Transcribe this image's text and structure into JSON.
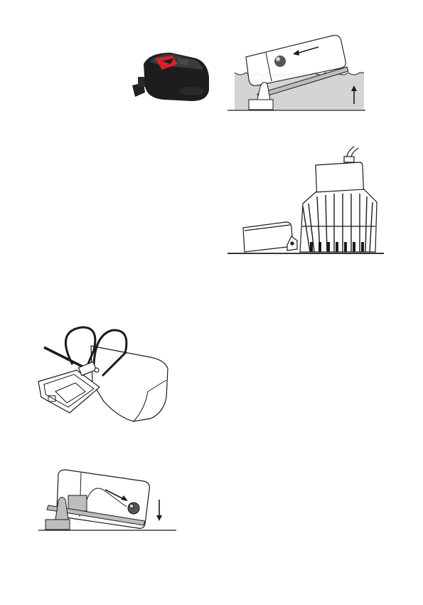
{
  "page": {
    "figures": [
      {
        "name": "float-switch-photo",
        "icon": "float-switch-photo-icon"
      },
      {
        "name": "switch-tilted-up-in-water",
        "icon": "float-switch-raised-icon"
      },
      {
        "name": "switch-beside-bilge-pump",
        "icon": "bilge-pump-icon"
      },
      {
        "name": "switch-with-cable-ties",
        "icon": "cable-tie-mounting-icon"
      },
      {
        "name": "switch-tilted-down",
        "icon": "float-switch-lowered-icon"
      }
    ]
  },
  "colors": {
    "ink": "#1a1a1a",
    "water": "#d4d4d4",
    "switch_body": "#1d1d1f",
    "switch_label": "#d8202a"
  }
}
